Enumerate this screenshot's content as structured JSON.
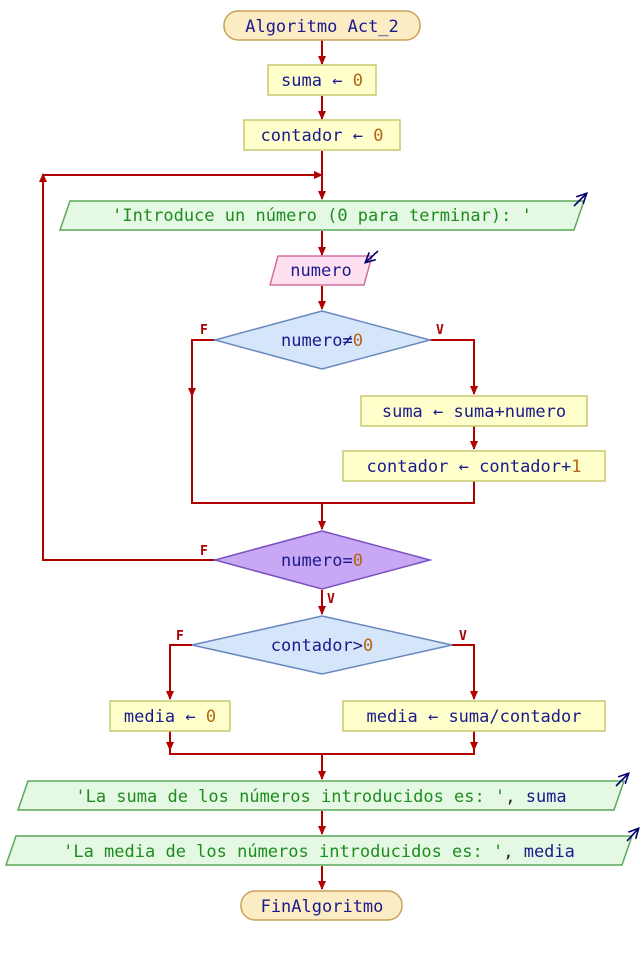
{
  "colors": {
    "line": "#b00000",
    "terminal_fill": "#fbecc4",
    "terminal_stroke": "#c9a15a",
    "process_fill": "#ffffcc",
    "process_stroke": "#c8c870",
    "io_fill": "#e4f8e4",
    "io_stroke": "#5aa85a",
    "read_fill": "#ffe0f0",
    "read_stroke": "#d070a0",
    "decision_fill": "#d6e6fa",
    "decision_stroke": "#6a88c0",
    "decision_loop_fill": "#c8a8f4",
    "decision_loop_stroke": "#7a50c0"
  },
  "flowchart": {
    "start": {
      "keyword": "Algoritmo",
      "name": "Act_2"
    },
    "init_suma": {
      "var": "suma",
      "arrow": "←",
      "value": "0"
    },
    "init_contador": {
      "var": "contador",
      "arrow": "←",
      "value": "0"
    },
    "prompt": {
      "text": "'Introduce un número (0 para terminar): '"
    },
    "read": {
      "var": "numero"
    },
    "cond_nonzero": {
      "var": "numero",
      "op": "≠",
      "value": "0",
      "false_label": "F",
      "true_label": "V"
    },
    "add_suma": {
      "var": "suma",
      "arrow": "←",
      "expr": "suma+numero"
    },
    "inc_contador": {
      "var": "contador",
      "arrow": "←",
      "expr": "contador+",
      "value": "1"
    },
    "cond_loop": {
      "var": "numero",
      "op": "=",
      "value": "0",
      "false_label": "F",
      "true_label": "V"
    },
    "cond_count": {
      "var": "contador",
      "op": ">",
      "value": "0",
      "false_label": "F",
      "true_label": "V"
    },
    "media_zero": {
      "var": "media",
      "arrow": "←",
      "value": "0"
    },
    "media_calc": {
      "var": "media",
      "arrow": "←",
      "expr": "suma/contador"
    },
    "out_suma": {
      "text": "'La suma de los números introducidos es: '",
      "sep": ", ",
      "var": "suma"
    },
    "out_media": {
      "text": "'La media de los números introducidos es: '",
      "sep": ", ",
      "var": "media"
    },
    "end": {
      "keyword": "FinAlgoritmo"
    }
  }
}
